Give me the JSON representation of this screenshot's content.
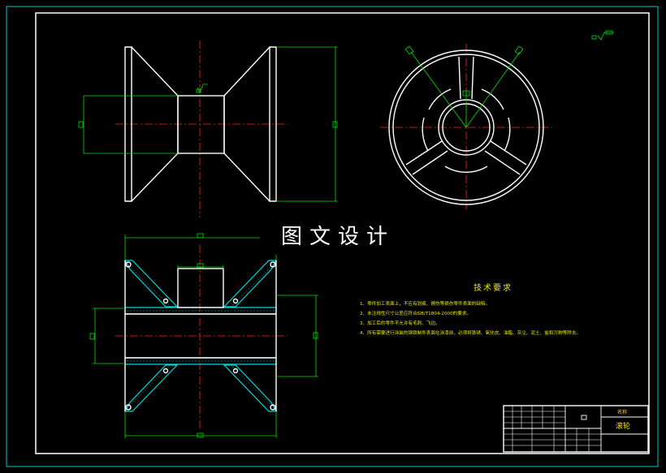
{
  "watermark": "图文设计",
  "technical_requirements": {
    "title": "技术要求",
    "items": [
      "1、零件加工表面上，不应有划痕、擦伤等损伤零件表面的缺陷。",
      "2、未注线性尺寸公差应符合GB/T1804-2000的要求。",
      "3、加工后的零件不允许有毛刺、飞边。",
      "4、所有需要进行涂装的钢铁制件表面在涂漆前，必须将铁锈、氧化皮、油脂、灰尘、泥土、盐和污物等除去。"
    ]
  },
  "title_block": {
    "part_name": "滚轮",
    "cell_label": "名称"
  },
  "colors": {
    "frame": "#ffffff",
    "outline": "#ffffff",
    "center_line": "#ff2020",
    "dimension": "#00e000",
    "hatch": "#00d8d8",
    "text": "#e8e800"
  }
}
